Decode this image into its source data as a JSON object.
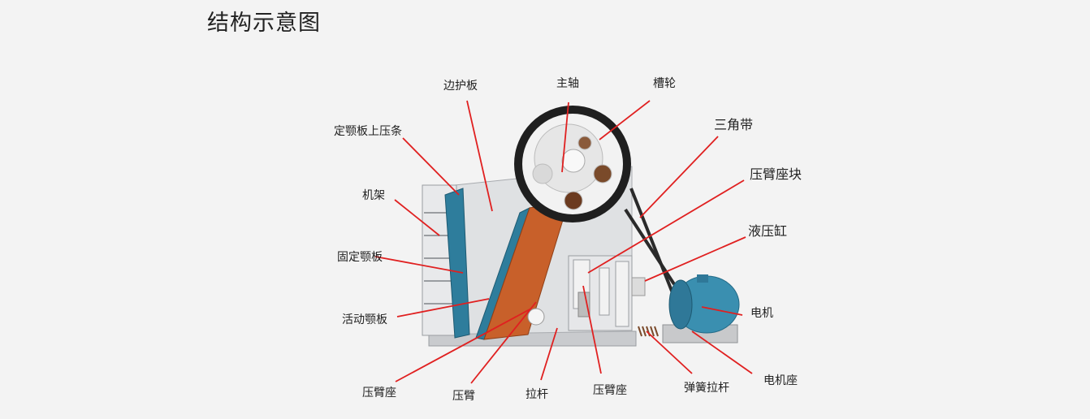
{
  "title": "结构示意图",
  "labels": {
    "side_guard": "边护板",
    "main_shaft": "主轴",
    "sheave": "槽轮",
    "fixed_jaw_top_strip": "定颚板上压条",
    "v_belt": "三角带",
    "bracket_block": "压臂座块",
    "frame": "机架",
    "hydraulic_cylinder": "液压缸",
    "fixed_jaw": "固定颚板",
    "motor": "电机",
    "moving_jaw": "活动颚板",
    "motor_base": "电机座",
    "toggle_seat_left": "压臂座",
    "toggle": "压臂",
    "tie_rod": "拉杆",
    "toggle_seat_right": "压臂座",
    "spring_tie_rod": "弹簧拉杆"
  },
  "colors": {
    "callout_line": "#e02020",
    "moving_jaw": "#c8602a",
    "jaw_plate": "#2e7d9c",
    "motor": "#3a8fb0",
    "frame": "#d7d9dc",
    "wheel_rim": "#1f1f1f"
  }
}
